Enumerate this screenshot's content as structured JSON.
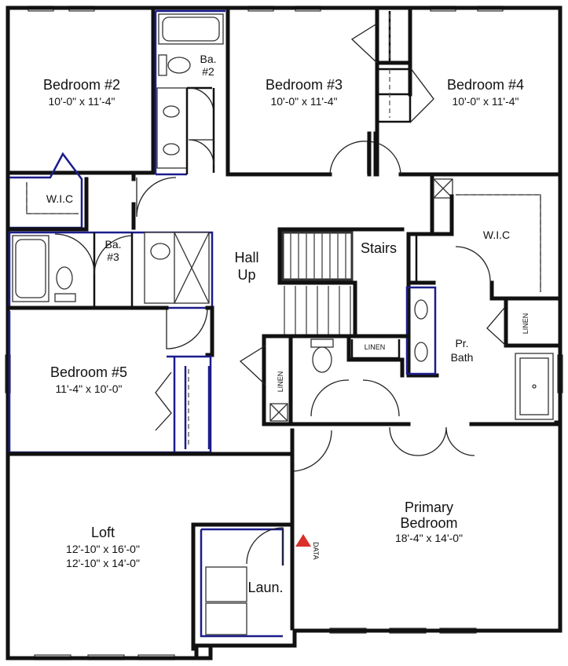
{
  "rooms": {
    "bed2": {
      "name": "Bedroom #2",
      "dim": "10'-0\" x 11'-4\""
    },
    "bed3": {
      "name": "Bedroom #3",
      "dim": "10'-0\" x 11'-4\""
    },
    "bed4": {
      "name": "Bedroom #4",
      "dim": "10'-0\" x 11'-4\""
    },
    "bed5": {
      "name": "Bedroom #5",
      "dim": "11'-4\" x 10'-0\""
    },
    "ba2": {
      "line1": "Ba.",
      "line2": "#2"
    },
    "ba3": {
      "line1": "Ba.",
      "line2": "#3"
    },
    "wic_left": "W.I.C",
    "wic_right": "W.I.C",
    "hall": {
      "line1": "Hall",
      "line2": "Up"
    },
    "stairs": "Stairs",
    "linen_a": "LINEN",
    "linen_b": "LINEN",
    "linen_c": "LINEN",
    "prbath": {
      "line1": "Pr.",
      "line2": "Bath"
    },
    "primary": {
      "line1": "Primary",
      "line2": "Bedroom",
      "dim": "18'-4\" x 14'-0\""
    },
    "loft": {
      "name": "Loft",
      "dim1": "12'-10\" x 16'-0\"",
      "dim2": "12'-10\" x 14'-0\""
    },
    "laun": "Laun.",
    "data_marker": "DATA"
  },
  "colors": {
    "wall": "#111111",
    "bath_outline": "#1c1c8c",
    "marker": "#d9302c"
  }
}
